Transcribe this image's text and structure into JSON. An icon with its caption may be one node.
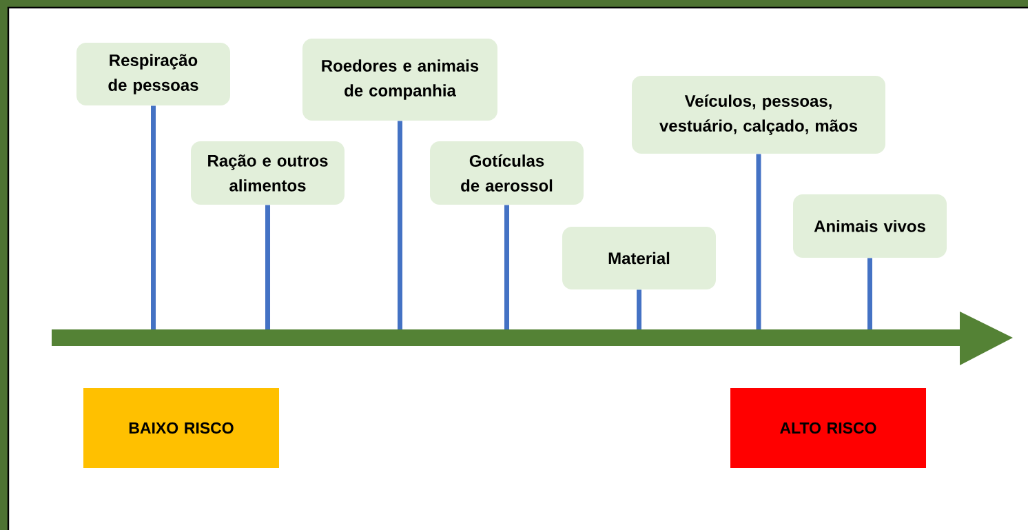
{
  "diagram": {
    "nodes": [
      {
        "text": [
          "Respiração de pessoas"
        ]
      },
      {
        "text": [
          "Ração e outros alimentos"
        ]
      },
      {
        "text": [
          "Roedores e animais de companhia"
        ]
      },
      {
        "text": [
          "Gotículas de aerossol"
        ]
      },
      {
        "text": [
          "Material"
        ]
      },
      {
        "text": [
          "Veículos, pessoas, vestuário, calçado, mãos"
        ]
      },
      {
        "text": [
          "Animais vivos"
        ]
      },
      {
        "text": [
          "BAIXO RISCO"
        ]
      },
      {
        "text": [
          "ALTO RISCO"
        ]
      }
    ],
    "edges": [
      {
        "from": 0,
        "to": null,
        "arrow": "none"
      },
      {
        "from": 1,
        "to": null,
        "arrow": "none"
      },
      {
        "from": 2,
        "to": null,
        "arrow": "none"
      },
      {
        "from": 3,
        "to": null,
        "arrow": "none"
      },
      {
        "from": 4,
        "to": null,
        "arrow": "none"
      },
      {
        "from": 5,
        "to": null,
        "arrow": "none"
      },
      {
        "from": 6,
        "to": null,
        "arrow": "none"
      }
    ]
  }
}
